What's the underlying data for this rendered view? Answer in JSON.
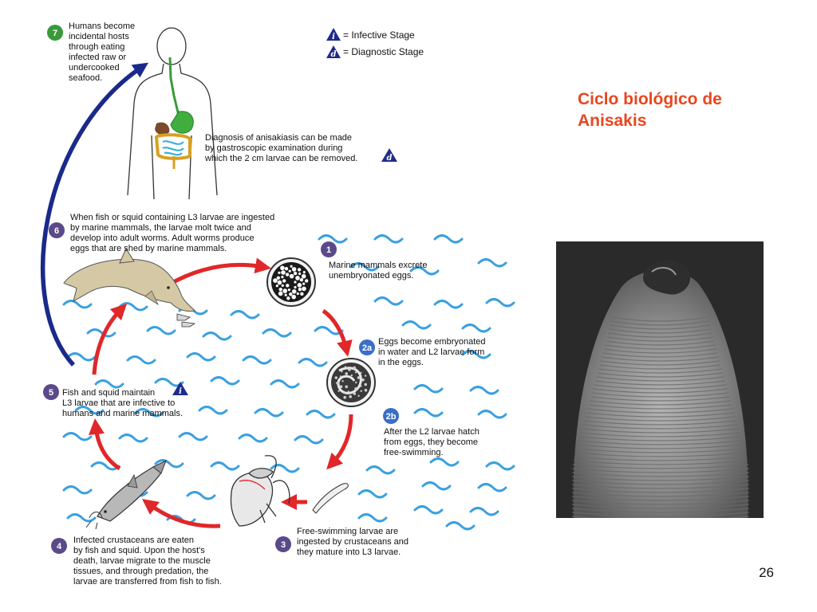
{
  "title": {
    "line1": "Ciclo biológico de",
    "line2": "Anisakis",
    "color": "#e8471f"
  },
  "legend": {
    "infective": {
      "letter": "i",
      "label": "= Infective Stage"
    },
    "diagnostic": {
      "letter": "d",
      "label": "= Diagnostic Stage"
    }
  },
  "diagnosis": {
    "lines": [
      "Diagnosis of anisakiasis can be made",
      "by gastroscopic examination during",
      "which the 2 cm larvae can be removed."
    ],
    "badge": "d"
  },
  "steps": [
    {
      "number": "7",
      "lines": [
        "Humans become",
        "incidental hosts",
        "through eating",
        "infected raw or",
        "undercooked",
        "seafood."
      ],
      "color": "#3a9a3a"
    },
    {
      "number": "6",
      "lines": [
        "When fish or squid containing L3 larvae are ingested",
        "by marine mammals, the larvae molt twice and",
        "develop into adult worms.  Adult worms produce",
        "eggs that are shed by marine mammals."
      ],
      "color": "#5a4a8a"
    },
    {
      "number": "1",
      "lines": [
        "Marine mammals excrete",
        "unembryonated eggs."
      ],
      "color": "#5a4a8a"
    },
    {
      "number": "2a",
      "lines": [
        "Eggs become embryonated",
        "in water and L2 larvae form",
        "in the eggs."
      ],
      "color": "#3a6ec8"
    },
    {
      "number": "2b",
      "lines": [
        "After the L2 larvae hatch",
        "from eggs, they become",
        "free-swimming."
      ],
      "color": "#3a6ec8"
    },
    {
      "number": "5",
      "lines": [
        "Fish and squid maintain",
        "L3 larvae that are infective to",
        "humans and marine mammals."
      ],
      "color": "#5a4a8a",
      "badge": "i"
    },
    {
      "number": "4",
      "lines": [
        "Infected crustaceans are eaten",
        "by fish and squid.  Upon the host's",
        "death, larvae migrate to the muscle",
        "tissues, and through predation, the",
        "larvae are transferred from fish to fish."
      ],
      "color": "#5a4a8a"
    },
    {
      "number": "3",
      "lines": [
        "Free-swimming larvae are",
        "ingested by crustaceans and",
        "they mature into L3 larvae."
      ],
      "color": "#5a4a8a"
    }
  ],
  "colors": {
    "arrow_red": "#e0272a",
    "arrow_blue": "#1a2a8a",
    "wave_blue": "#3aa0e0",
    "badge_navy": "#1f2a8a"
  },
  "page_number": "26"
}
